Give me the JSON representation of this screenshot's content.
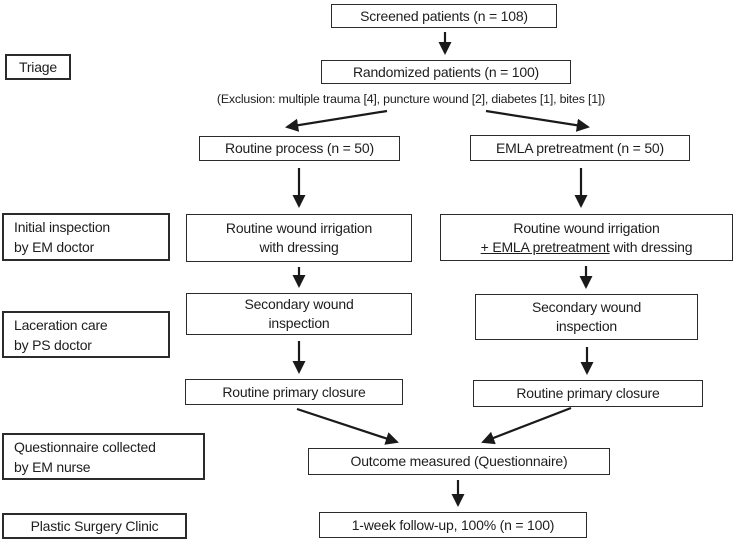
{
  "flowchart": {
    "nodes": {
      "screened": "Screened patients (n = 108)",
      "randomized": "Randomized patients (n = 100)",
      "exclusion_note": "(Exclusion: multiple trauma [4], puncture wound [2], diabetes [1], bites [1])",
      "routine_process": "Routine process (n = 50)",
      "emla_pretreatment": "EMLA pretreatment (n = 50)",
      "routine_irrigation": {
        "line1": "Routine wound irrigation",
        "line2": "with dressing"
      },
      "emla_irrigation": {
        "line1": "Routine wound irrigation",
        "line2_underlined": "+ EMLA pretreatment",
        "line2_rest": " with dressing"
      },
      "secondary_inspection": {
        "line1": "Secondary wound",
        "line2": "inspection"
      },
      "primary_closure": "Routine primary closure",
      "outcome": "Outcome measured (Questionnaire)",
      "followup": "1-week follow-up, 100% (n = 100)"
    },
    "stage_labels": {
      "triage": "Triage",
      "initial_inspection": {
        "line1": "Initial inspection",
        "line2": "by EM doctor"
      },
      "laceration_care": {
        "line1": "Laceration care",
        "line2": "by PS doctor"
      },
      "questionnaire": {
        "line1": "Questionnaire collected",
        "line2": "by EM nurse"
      },
      "plastic_clinic": "Plastic Surgery Clinic"
    },
    "colors": {
      "background": "#ffffff",
      "border": "#2b2b2b",
      "text": "#1d1d1d",
      "arrow": "#1a1a1a"
    }
  }
}
